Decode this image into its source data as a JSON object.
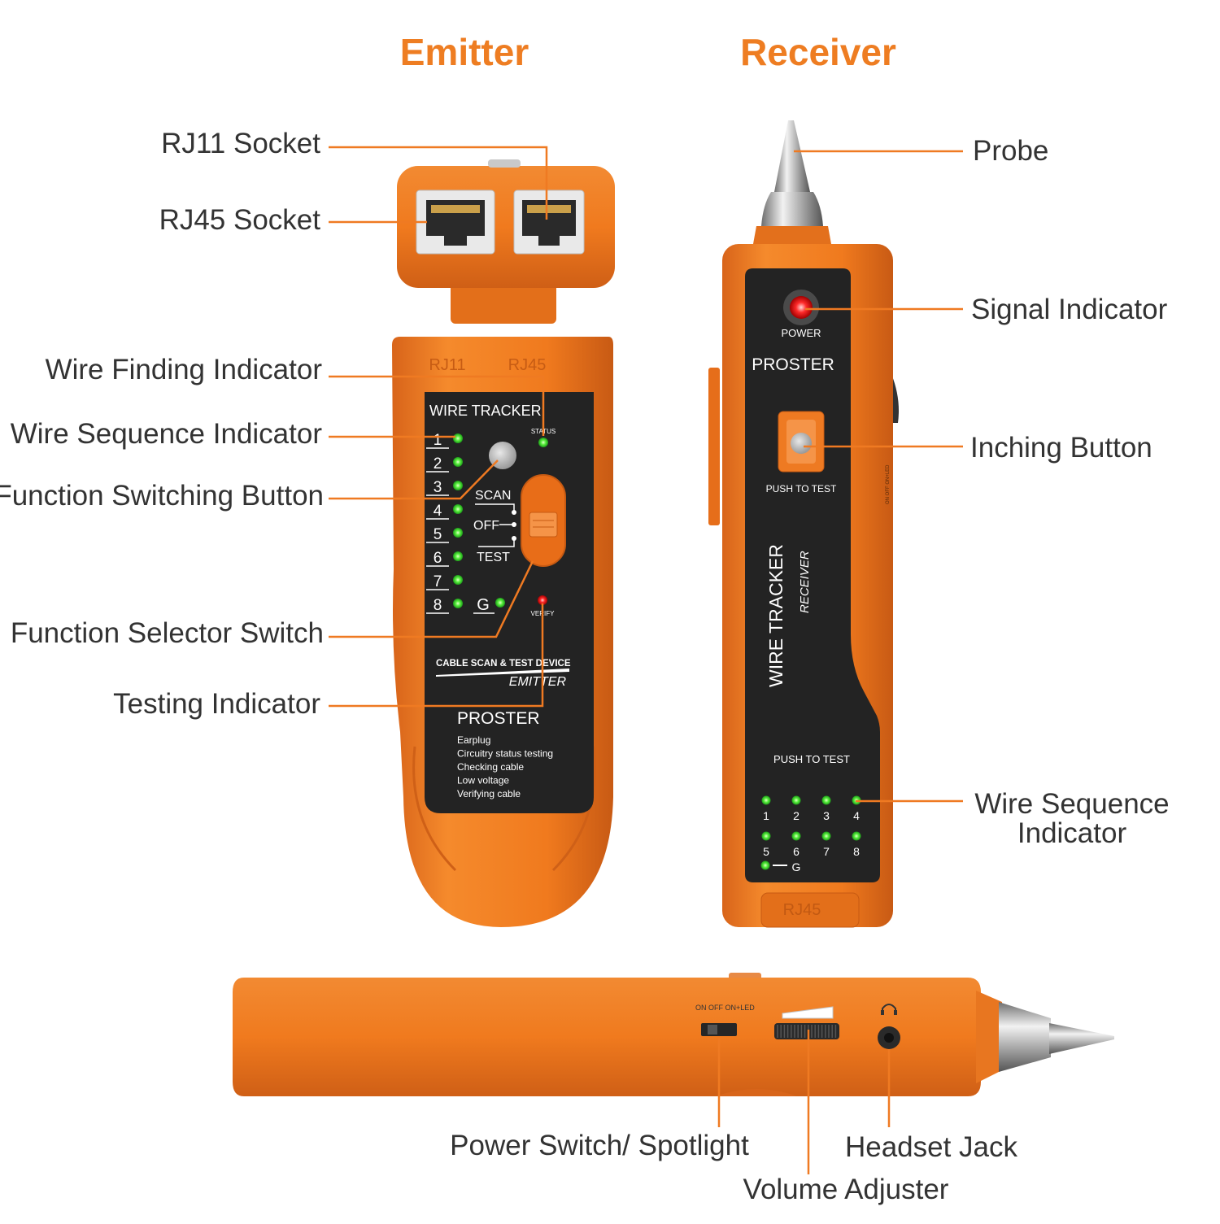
{
  "titles": {
    "emitter": "Emitter",
    "receiver": "Receiver"
  },
  "labels": {
    "rj11_socket": "RJ11 Socket",
    "rj45_socket": "RJ45 Socket",
    "wire_finding_indicator": "Wire Finding Indicator",
    "wire_sequence_indicator": "Wire Sequence Indicator",
    "function_switching_button": "Function Switching Button",
    "function_selector_switch": "Function Selector Switch",
    "testing_indicator": "Testing Indicator",
    "probe": "Probe",
    "signal_indicator": "Signal Indicator",
    "inching_button": "Inching Button",
    "receiver_wire_sequence_line1": "Wire Sequence",
    "receiver_wire_sequence_line2": "Indicator",
    "power_switch_spotlight": "Power Switch/ Spotlight",
    "headset_jack": "Headset Jack",
    "volume_adjuster": "Volume Adjuster"
  },
  "emitter": {
    "port_rj11": "RJ11",
    "port_rj45": "RJ45",
    "panel_title": "WIRE TRACKER",
    "status": "STATUS",
    "led_numbers": [
      "1",
      "2",
      "3",
      "4",
      "5",
      "6",
      "7",
      "8"
    ],
    "ground": "G",
    "mode_scan": "SCAN",
    "mode_off": "OFF",
    "mode_test": "TEST",
    "verify": "VERIFY",
    "device_desc": "CABLE SCAN & TEST DEVICE",
    "device_type": "EMITTER",
    "brand": "PROSTER",
    "features": [
      "Earplug",
      "Circuitry status testing",
      "Checking cable",
      "Low voltage",
      "Verifying cable"
    ]
  },
  "receiver": {
    "power": "POWER",
    "brand": "PROSTER",
    "push_to_test_top": "PUSH TO TEST",
    "vertical_title": "WIRE TRACKER",
    "vertical_sub": "RECEIVER",
    "push_to_test_bottom": "PUSH TO TEST",
    "led_numbers": [
      "1",
      "2",
      "3",
      "4",
      "5",
      "6",
      "7",
      "8"
    ],
    "ground": "G",
    "port": "RJ45",
    "side_switch": "ON  OFF  ON+LED"
  },
  "side_view": {
    "switch_labels": "ON  OFF  ON+LED"
  },
  "colors": {
    "accent": "#ee7d22",
    "body": "#f07a1e",
    "body_dark": "#d9661a",
    "panel": "#222222",
    "led_green": "#3fd93a",
    "led_red": "#ff2a2a",
    "line": "#ef7a22",
    "text": "#333333"
  }
}
